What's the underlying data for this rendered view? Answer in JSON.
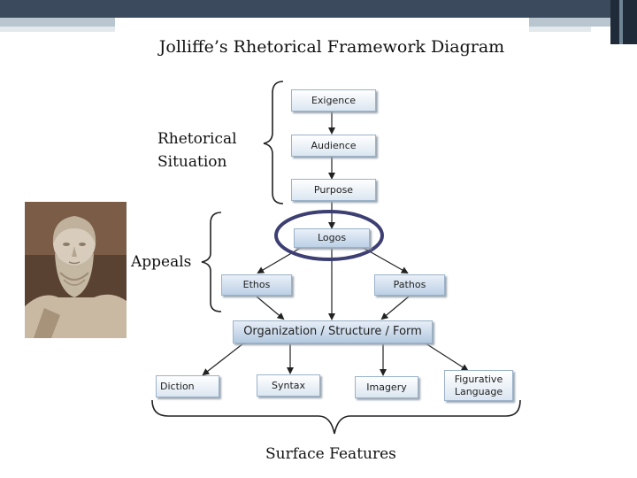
{
  "title": "Jolliffe’s Rhetorical Framework Diagram",
  "labels": {
    "rhetorical_situation_line1": "Rhetorical",
    "rhetorical_situation_line2": "Situation",
    "appeals": "Appeals",
    "surface_features": "Surface Features"
  },
  "boxes": {
    "exigence": "Exigence",
    "audience": "Audience",
    "purpose": "Purpose",
    "logos": "Logos",
    "ethos": "Ethos",
    "pathos": "Pathos",
    "organization": "Organization / Structure / Form",
    "diction": "Diction",
    "syntax": "Syntax",
    "imagery": "Imagery",
    "figurative_line1": "Figurative",
    "figurative_line2": "Language"
  },
  "colors": {
    "highlight_ellipse": "#3d3f73",
    "box_border": "#9bb2c9",
    "header_bar": "#3b4a5c"
  }
}
